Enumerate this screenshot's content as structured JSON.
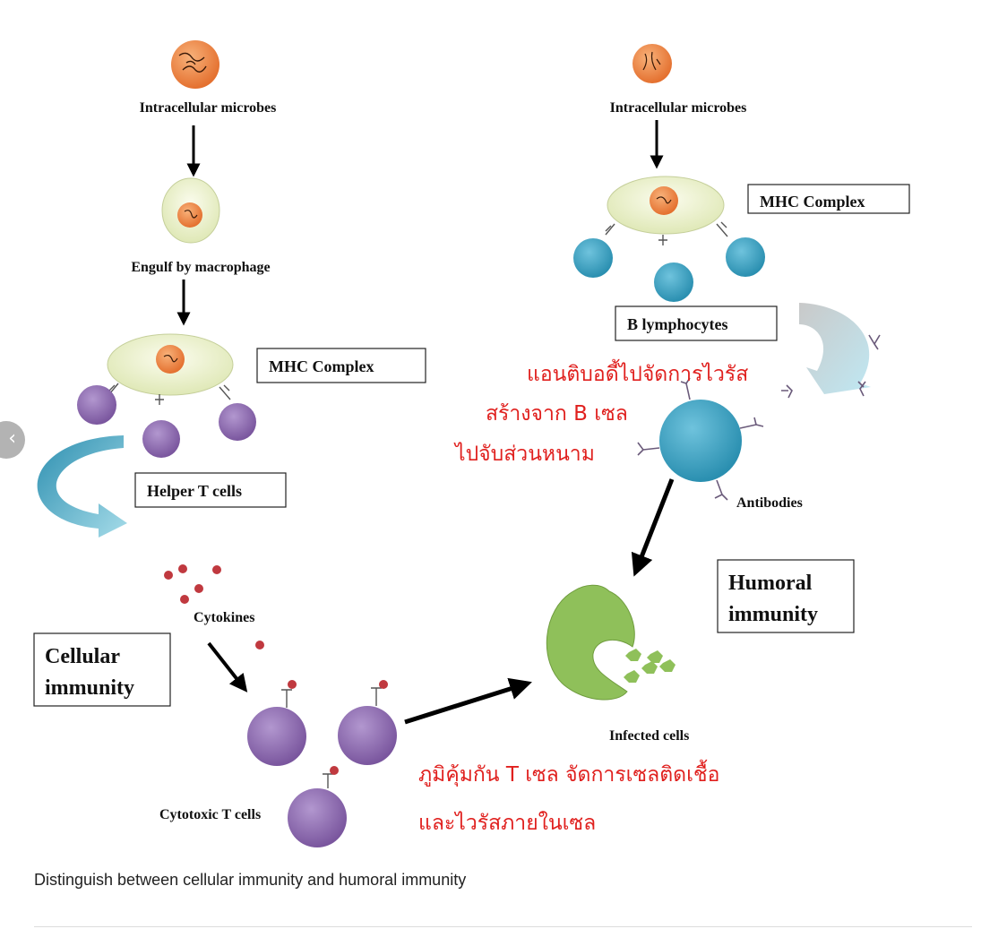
{
  "diagram": {
    "left": {
      "microbe_label": "Intracellular microbes",
      "engulf_label": "Engulf by macrophage",
      "mhc_label": "MHC Complex",
      "helper_label": "Helper T  cells",
      "cytokines_label": "Cytokines",
      "cellular_line1": "Cellular",
      "cellular_line2": "immunity",
      "cytotoxic_label": "Cytotoxic T cells"
    },
    "right": {
      "microbe_label": "Intracellular microbes",
      "mhc_label": "MHC Complex",
      "b_label": "B lymphocytes",
      "antibodies_label": "Antibodies",
      "humoral_line1": "Humoral",
      "humoral_line2": "immunity",
      "infected_label": "Infected cells"
    },
    "thai": {
      "antibody_line1": "แอนติบอดี้ไปจัดการไวรัส",
      "antibody_line2": "สร้างจาก B เซล",
      "antibody_line3": "ไปจับส่วนหนาม",
      "tcell_line1": "ภูมิคุ้มกัน T เซล จัดการเซลติดเชื้อ",
      "tcell_line2": "และไวรัสภายในเซล"
    },
    "colors": {
      "microbe": "#f0894a",
      "macrophage": "#eef3d2",
      "t_cell": "#8e6bb0",
      "b_cell": "#3aa6c6",
      "infected_cell": "#8fc05a",
      "thai_text": "#e0201e",
      "cytokine": "#c0393f"
    }
  },
  "caption": "Distinguish between cellular immunity and humoral immunity",
  "nav": {
    "prev_icon": "‹"
  }
}
